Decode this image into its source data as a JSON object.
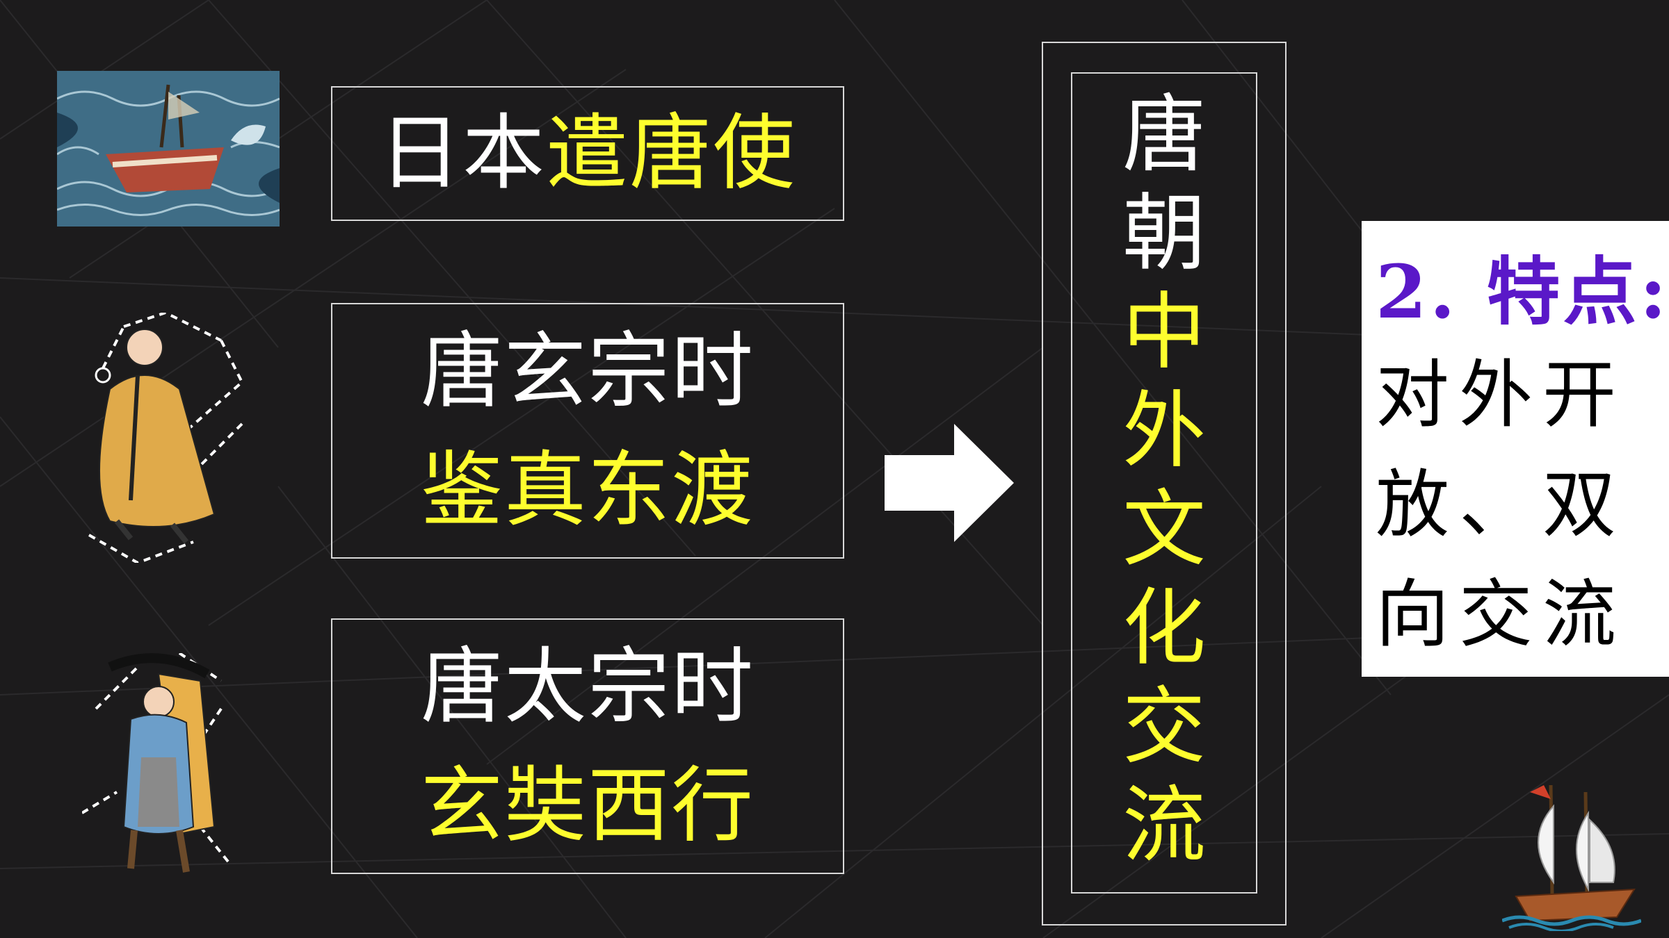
{
  "items": [
    {
      "prefix": "日本",
      "highlight": "遣唐使"
    },
    {
      "line1": "唐玄宗时",
      "line2": "鉴真东渡"
    },
    {
      "line1": "唐太宗时",
      "line2": "玄奘西行"
    }
  ],
  "center": {
    "prefix_chars": [
      "唐",
      "朝"
    ],
    "highlight_chars": [
      "中",
      "外",
      "文",
      "化",
      "交",
      "流"
    ]
  },
  "feature": {
    "title": "2. 特点:",
    "lines": [
      "对外开",
      "放、双",
      "向交流"
    ]
  },
  "icons": {
    "ship_painting": "ship-painting-image",
    "monk_jianzhen": "monk-jianzhen-image",
    "monk_xuanzang": "monk-xuanzang-image",
    "arrow": "right-arrow-icon",
    "sailboat": "sailboat-icon"
  },
  "colors": {
    "background": "#1c1b1c",
    "highlight": "#fefe2e",
    "feature_title": "#5a18c8"
  }
}
